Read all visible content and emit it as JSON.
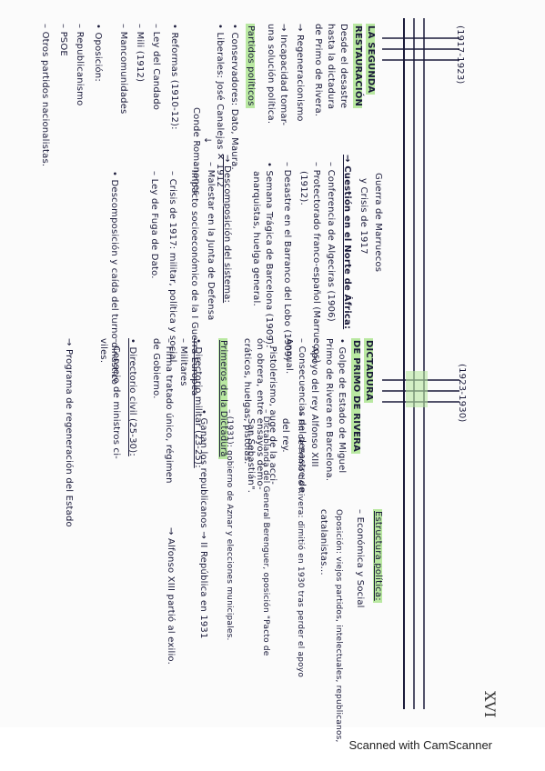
{
  "page": {
    "left_block": {
      "years": "(1917-1923)",
      "title1": "LA SEGUNDA",
      "title2": "RESTAURACIÓN",
      "lines": [
        "Desde el desastre",
        "hasta la dictadura",
        "de Primo de Rivera.",
        "→ Regeneracionismo",
        "→ Incapacidad tomar-",
        "   una solución política."
      ]
    },
    "parties": {
      "heading": "Partidos políticos",
      "items": [
        "• Conservadores: Dato, Maura.",
        "• Liberales: José Canalejas ✕ 1912",
        "   ↓",
        "   Conde Romanones",
        "• Reformas (1910-12):",
        "  – Ley del Candado",
        "  – Mili (1912)",
        "  – Mancomunidades",
        "• Oposición:",
        "  – Republicanismo",
        "  – PSOE",
        "  – Otros partidos nacionalistas."
      ]
    },
    "crisis": {
      "header1": "Guerra de Marruecos",
      "header2": "y Crisis de 1917",
      "heading": "→ Cuestión en el Norte de África:",
      "items": [
        "– Conferencia de Algeciras (1906)",
        "– Protectorado franco-español (Marruecos)",
        "   (1912).",
        "– Desastre en el Barranco del Lobo (1909)",
        "• Semana Trágica de Barcelona (1909):",
        "   anarquistas, huelga general."
      ],
      "desc_heading": "→ Descomposición del sistema:",
      "desc_items": [
        "– Malestar en la Junta de Defensa",
        "– Impacto socioeconómico de la I Guerra Europea",
        "– Crisis de 1917: militar, política y social",
        "– Ley de Fuga de Dato.",
        "• Descomposición y caída del turno dinástico"
      ]
    },
    "dictadura": {
      "title1": "DICTADURA",
      "title2": "DE PRIMO DE RIVERA",
      "years": "(1923-1930)",
      "items": [
        "• Golpe de Estado de Miguel",
        "   Primo de Rivera en Barcelona.",
        "– Apoyo del rey Alfonso XIII",
        "– Consecuencias del desastre de",
        "   Annual.",
        "– Pistolerismo, auge de la acci-",
        "   ón obrera, entre ensayos demo-",
        "   cráticos, huelgas, pistolas."
      ],
      "phase_heading": "Primeros de la Dictadura",
      "phase_items": [
        "• Directorio militar (23-25):",
        "  – Militares",
        "  – Firma tratado único, régimen",
        "     de Gobierno.",
        "• Directorio civil (25-30):",
        "  – Consejo de ministros ci-",
        "     viles.",
        "→ Programa de regeneración del Estado"
      ]
    },
    "estructura": {
      "heading": "Estructura política:",
      "items": [
        "– Económica y Social",
        "Oposición: viejos partidos, intelectuales, republicanos,",
        "   catalanistas...",
        "→ Fin de Primo de Rivera: dimitió en 1930 tras perder el apoyo",
        "   del rey.",
        "– Dictablanda del General Berenguer, oposición \"Pacto de",
        "   San Sebastián\".",
        "– (1931): gobierno de Aznar y elecciones municipales.",
        "• Ganan los republicanos → II República en 1931",
        "→ Alfonso XIII partió al exilio."
      ]
    },
    "page_number": "XVI",
    "footer": "Scanned with CamScanner"
  }
}
